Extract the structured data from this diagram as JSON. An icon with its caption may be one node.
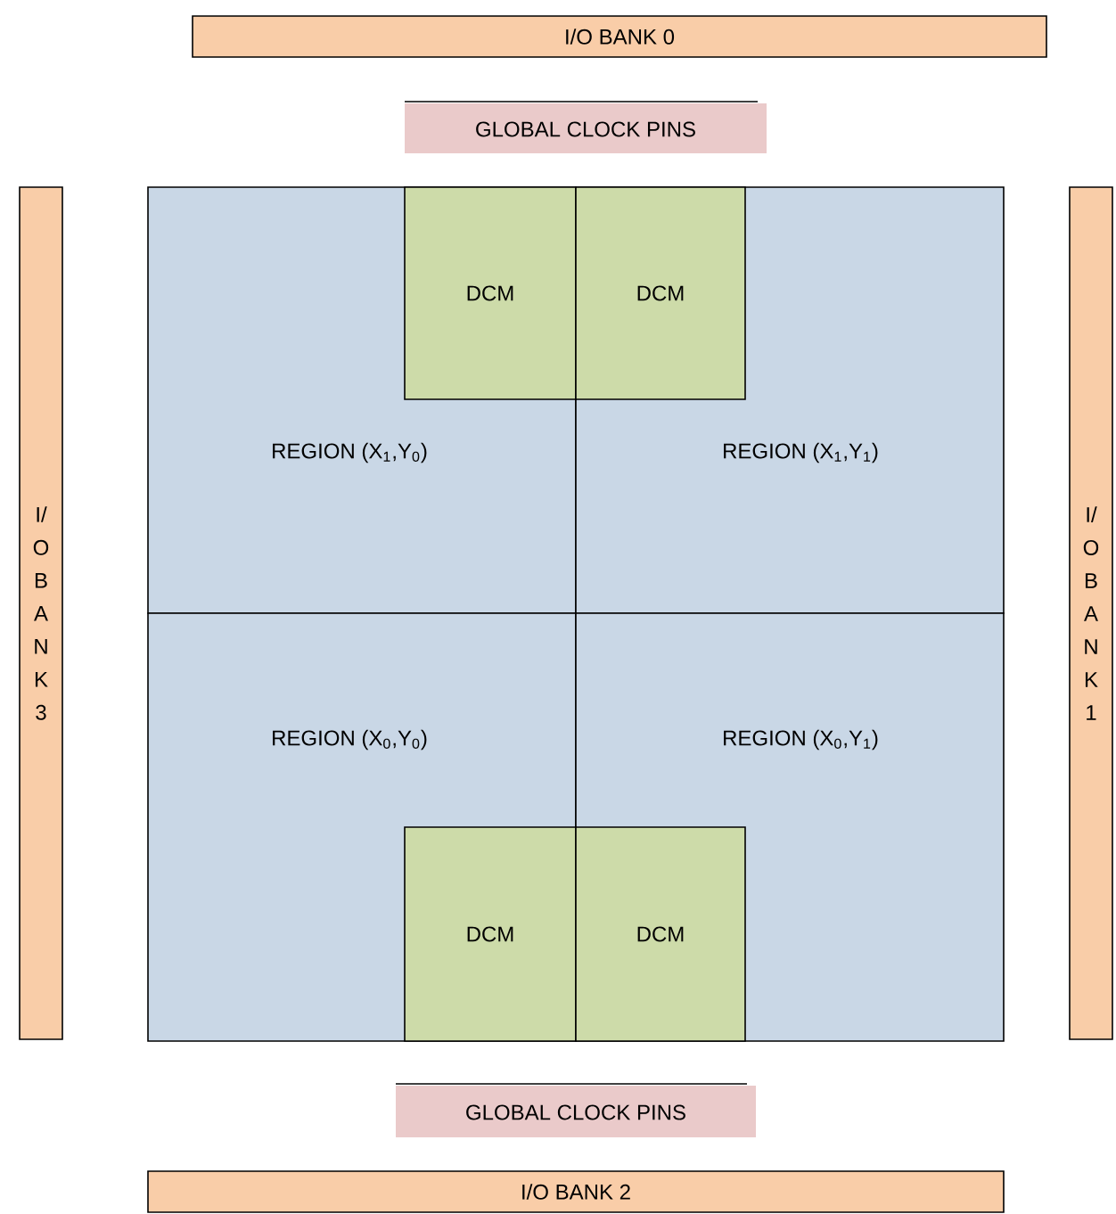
{
  "diagram": {
    "nodes": [
      {
        "text": [
          "I/O BANK 0"
        ]
      },
      {
        "text": [
          "GLOBAL CLOCK PINS"
        ]
      },
      {
        "text": [
          "I/O BANK 3"
        ]
      },
      {
        "text": [
          "DCM"
        ],
        "in": 5
      },
      {
        "text": [
          "DCM"
        ],
        "in": 6
      },
      {
        "text": [
          "REGION (X$_{1}$,Y$_{0}$)"
        ]
      },
      {
        "text": [
          "REGION (X$_{1}$,Y$_{1}$)"
        ]
      },
      {
        "text": [
          "REGION (X$_{0}$,Y$_{0}$)"
        ]
      },
      {
        "text": [
          "REGION (X$_{0}$,Y$_{1}$)"
        ]
      },
      {
        "text": [
          "DCM"
        ],
        "in": 7
      },
      {
        "text": [
          "DCM"
        ],
        "in": 8
      },
      {
        "text": [
          "I/O BANK 1"
        ]
      },
      {
        "text": [
          "GLOBAL CLOCK PINS"
        ]
      },
      {
        "text": [
          "I/O BANK 2"
        ]
      }
    ]
  }
}
